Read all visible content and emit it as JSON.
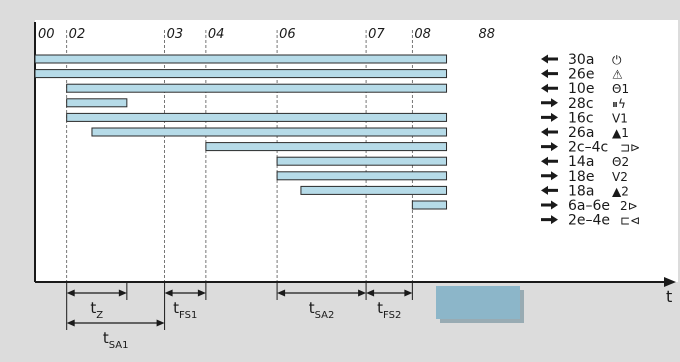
{
  "chart_data": {
    "type": "timeline",
    "time_points": [
      {
        "label": "00",
        "t": 0
      },
      {
        "label": "02",
        "t": 0.89
      },
      {
        "label": "03",
        "t": 3.64
      },
      {
        "label": "04",
        "t": 4.8
      },
      {
        "label": "06",
        "t": 6.8
      },
      {
        "label": "07",
        "t": 9.3
      },
      {
        "label": "08",
        "t": 10.6
      },
      {
        "label": "88",
        "t": 12.4
      }
    ],
    "axis_label": "t",
    "rows": [
      {
        "code": "30a",
        "symbol": "⏻",
        "direction": "in",
        "start": 0,
        "end": 11.56
      },
      {
        "code": "26e",
        "symbol": "⚠",
        "direction": "in",
        "start": 0,
        "end": 11.56
      },
      {
        "code": "10e",
        "symbol": "Θ1",
        "direction": "in",
        "start": 0.89,
        "end": 11.56
      },
      {
        "code": "28c",
        "symbol": "⏸ϟ",
        "direction": "out",
        "start": 0.89,
        "end": 2.58
      },
      {
        "code": "16c",
        "symbol": "V1",
        "direction": "out",
        "start": 0.89,
        "end": 11.56
      },
      {
        "code": "26a",
        "symbol": "▲1",
        "direction": "in",
        "start": 1.6,
        "end": 11.56
      },
      {
        "code": "2c–4c",
        "symbol": "⊐⊳",
        "direction": "out",
        "start": 4.8,
        "end": 11.56
      },
      {
        "code": "14a",
        "symbol": "Θ2",
        "direction": "in",
        "start": 6.8,
        "end": 11.56
      },
      {
        "code": "18e",
        "symbol": "V2",
        "direction": "out",
        "start": 6.8,
        "end": 11.56
      },
      {
        "code": "18a",
        "symbol": "▲2",
        "direction": "in",
        "start": 7.47,
        "end": 11.56
      },
      {
        "code": "6a–6e",
        "symbol": "2⊳",
        "direction": "out",
        "start": 10.6,
        "end": 11.56
      },
      {
        "code": "2e–4e",
        "symbol": "⊏⊲",
        "direction": "out",
        "start": null,
        "end": null
      }
    ],
    "intervals": [
      {
        "name": "tZ",
        "main": "t",
        "sub": "Z",
        "from": 0.89,
        "to": 2.58
      },
      {
        "name": "tFS1",
        "main": "t",
        "sub": "FS1",
        "from": 3.64,
        "to": 4.8
      },
      {
        "name": "tSA2",
        "main": "t",
        "sub": "SA2",
        "from": 6.8,
        "to": 9.3
      },
      {
        "name": "tFS2",
        "main": "t",
        "sub": "FS2",
        "from": 9.3,
        "to": 10.6,
        "highlight": true
      },
      {
        "name": "tSA1",
        "main": "t",
        "sub": "SA1",
        "from": 0.89,
        "to": 3.64
      }
    ]
  },
  "colors": {
    "background": "#dcdcdc",
    "panel": "#ffffff",
    "bar_fill": "#b6dbe8",
    "bar_stroke": "#2a2a2a",
    "ink": "#1a1a1a",
    "highlight": "#8cb6c9"
  }
}
